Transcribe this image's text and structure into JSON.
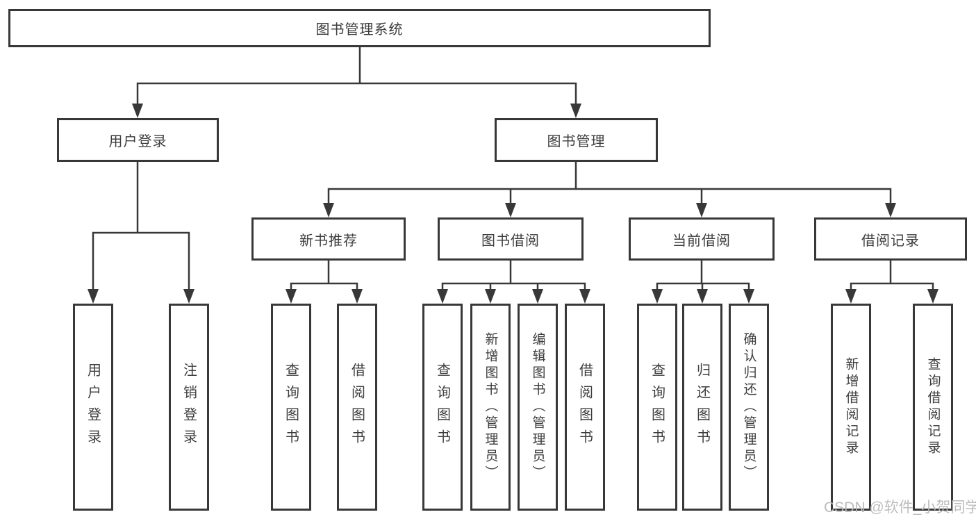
{
  "tree": {
    "label": "图书管理系统",
    "children": [
      {
        "label": "用户登录",
        "children": [
          {
            "label": "用户登录"
          },
          {
            "label": "注销登录"
          }
        ]
      },
      {
        "label": "图书管理",
        "children": [
          {
            "label": "新书推荐",
            "children": [
              {
                "label": "查询图书"
              },
              {
                "label": "借阅图书"
              }
            ]
          },
          {
            "label": "图书借阅",
            "children": [
              {
                "label": "查询图书"
              },
              {
                "label": "新增图书（管理员）"
              },
              {
                "label": "编辑图书（管理员）"
              },
              {
                "label": "借阅图书"
              }
            ]
          },
          {
            "label": "当前借阅",
            "children": [
              {
                "label": "查询图书"
              },
              {
                "label": "归还图书"
              },
              {
                "label": "确认归还（管理员）"
              }
            ]
          },
          {
            "label": "借阅记录",
            "children": [
              {
                "label": "新增借阅记录"
              },
              {
                "label": "查询借阅记录"
              }
            ]
          }
        ]
      }
    ]
  },
  "watermark": {
    "text": "CSDN @软件_小贺同学"
  },
  "colors": {
    "line": "#383838",
    "text": "#3d3d3d",
    "watermark": "#b9b9b9",
    "background": "#ffffff"
  }
}
